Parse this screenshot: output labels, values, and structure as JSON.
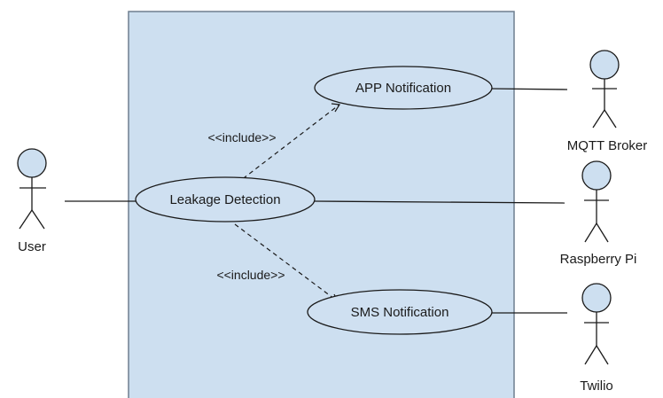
{
  "diagram": {
    "colors": {
      "system_fill": "#cddff0",
      "system_stroke": "#6f7f8f",
      "usecase_fill": "#cfe0f1",
      "actor_head_fill": "#cddff0",
      "line": "#1a1a1a"
    },
    "use_cases": {
      "app_notification": "APP Notification",
      "leakage_detection": "Leakage Detection",
      "sms_notification": "SMS Notification"
    },
    "actors": {
      "user": "User",
      "mqtt_broker": "MQTT Broker",
      "raspberry_pi": "Raspberry Pi",
      "twilio": "Twilio"
    },
    "relations": {
      "include_top": "<<include>>",
      "include_bottom": "<<include>>"
    }
  }
}
